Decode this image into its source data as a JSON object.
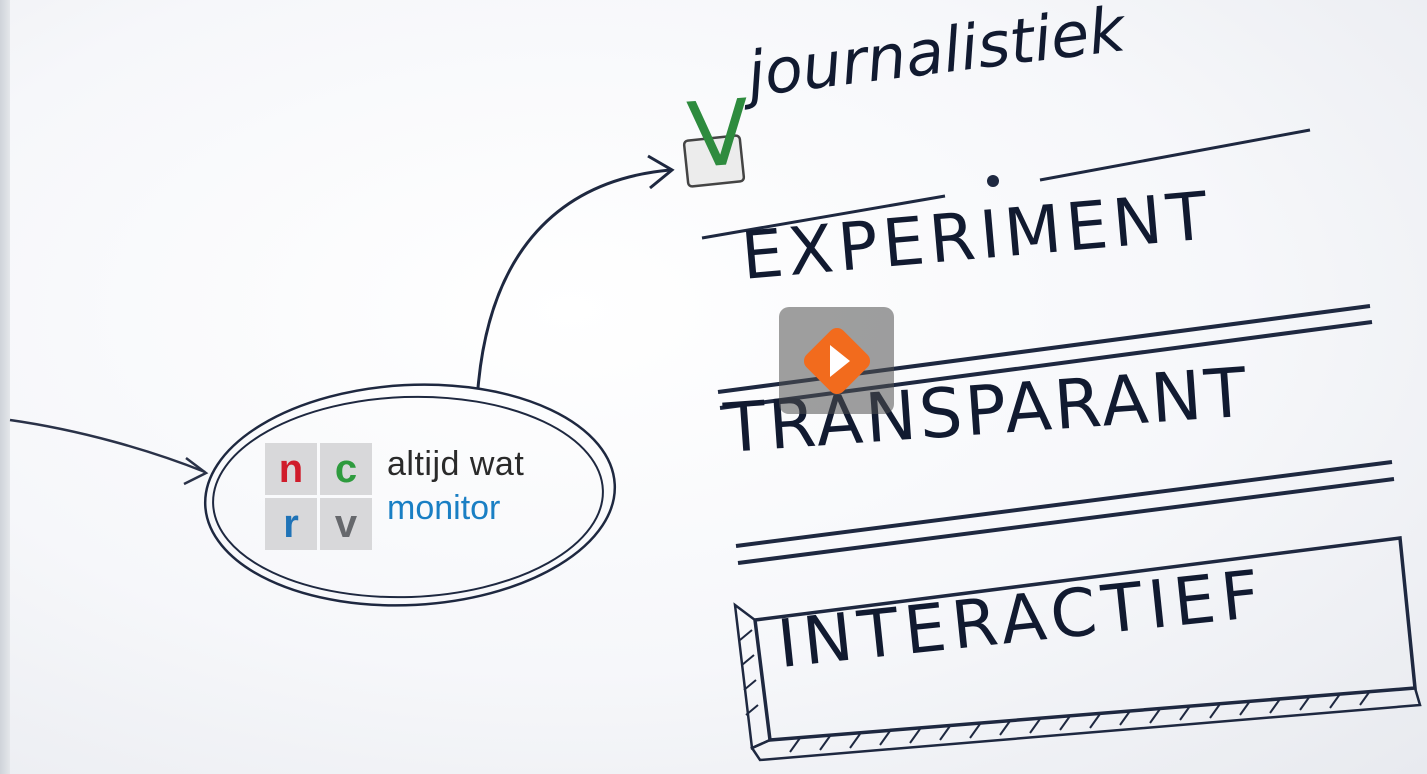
{
  "logo": {
    "letters": [
      "n",
      "c",
      "r",
      "v"
    ],
    "line1": "altijd wat",
    "line2": "monitor"
  },
  "words": {
    "v": "V",
    "journalistiek": "journalistiek",
    "experiment": "EXPERIMENT",
    "transparant": "TRANSPARANT",
    "interactief": "INTERACTIEF"
  },
  "colors": {
    "ink": "#111a30",
    "green": "#2e8b3e",
    "play_orange": "#f26b1d",
    "brand_red": "#d01c2b",
    "brand_green": "#2e9b3e",
    "brand_blue": "#1f73b7"
  },
  "icons": {
    "play": "play-icon"
  }
}
